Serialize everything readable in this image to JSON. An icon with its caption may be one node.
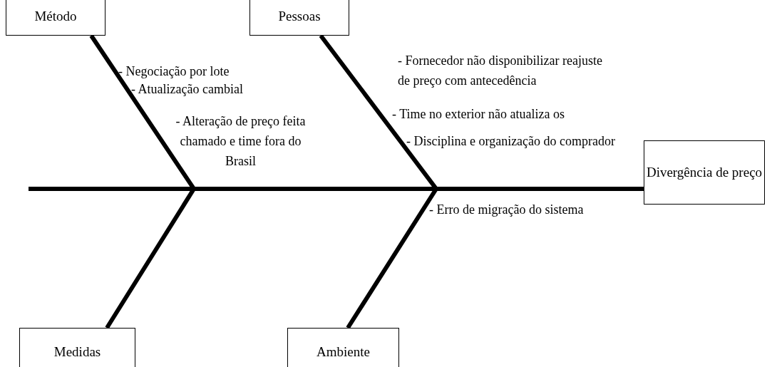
{
  "diagram": {
    "nodes": [
      {
        "text": [
          "Método"
        ]
      },
      {
        "text": [
          "Pessoas"
        ]
      },
      {
        "text": [
          "Divergência de preço"
        ]
      },
      {
        "text": [
          "Medidas"
        ]
      },
      {
        "text": [
          "Ambiente"
        ]
      }
    ],
    "edges": [
      {
        "from": null,
        "to": 2,
        "arrow": "none"
      },
      {
        "from": 0,
        "to": 2,
        "arrow": "none"
      },
      {
        "from": 1,
        "to": 2,
        "arrow": "none"
      },
      {
        "from": 3,
        "to": 2,
        "arrow": "none"
      },
      {
        "from": 4,
        "to": 2,
        "arrow": "none"
      }
    ],
    "labels": [
      "- Negociação por lote",
      "- Fornecedor não disponibilizar reajuste de preço com antecedência",
      "- Atualização cambial",
      "- Time no exterior não atualiza os",
      "- Alteração de preço feita chamado e time fora do Brasil",
      "- Disciplina e organização do comprador",
      "- Erro de migração do sistema"
    ]
  }
}
